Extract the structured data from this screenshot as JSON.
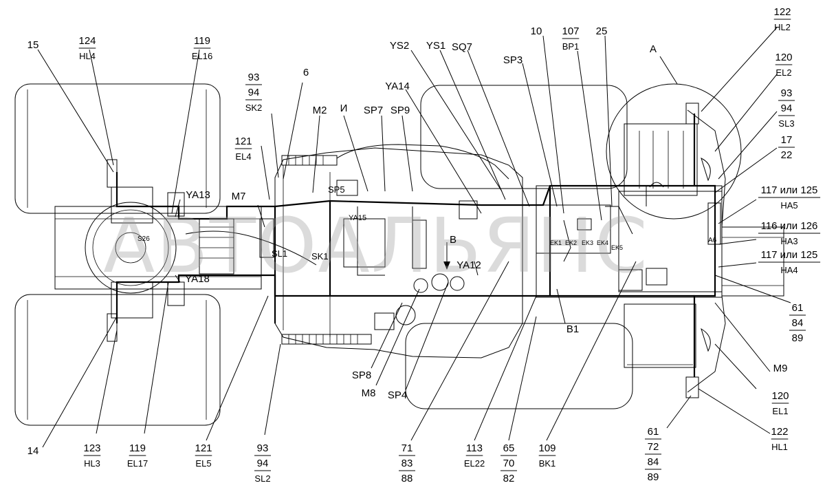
{
  "watermark": "АВТОАЛЬЯНС",
  "view_label": "А",
  "arrow_label": "В",
  "mark_i": "И",
  "component_labels": {
    "sk1_in": "SK1",
    "sl1_in": "SL1",
    "sp5_in": "SP5",
    "ya15_in": "YA15",
    "ek1": "EK1",
    "ek2": "EK2",
    "ek3": "EK3",
    "ek4": "EK4",
    "ek5": "EK5",
    "a6": "A6",
    "s26": "S26"
  },
  "callouts": [
    {
      "id": "15",
      "lines": [
        "15"
      ]
    },
    {
      "id": "124",
      "lines": [
        "124",
        "HL4"
      ]
    },
    {
      "id": "119a",
      "lines": [
        "119",
        "EL16"
      ]
    },
    {
      "id": "93a",
      "lines": [
        "93",
        "94",
        "SK2"
      ]
    },
    {
      "id": "6",
      "lines": [
        "6"
      ]
    },
    {
      "id": "m2",
      "lines": [
        "M2"
      ]
    },
    {
      "id": "i",
      "lines": [
        "И"
      ]
    },
    {
      "id": "sp7",
      "lines": [
        "SP7"
      ]
    },
    {
      "id": "sp9",
      "lines": [
        "SP9"
      ]
    },
    {
      "id": "ys2",
      "lines": [
        "YS2"
      ]
    },
    {
      "id": "ys1",
      "lines": [
        "YS1"
      ]
    },
    {
      "id": "sq7",
      "lines": [
        "SQ7"
      ]
    },
    {
      "id": "ya14",
      "lines": [
        "YA14"
      ]
    },
    {
      "id": "sp3",
      "lines": [
        "SP3"
      ]
    },
    {
      "id": "10",
      "lines": [
        "10"
      ]
    },
    {
      "id": "107",
      "lines": [
        "107",
        "BP1"
      ]
    },
    {
      "id": "25",
      "lines": [
        "25"
      ]
    },
    {
      "id": "a",
      "lines": [
        "А"
      ]
    },
    {
      "id": "122a",
      "lines": [
        "122",
        "HL2"
      ]
    },
    {
      "id": "120a",
      "lines": [
        "120",
        "EL2"
      ]
    },
    {
      "id": "93b",
      "lines": [
        "93",
        "94",
        "SL3"
      ]
    },
    {
      "id": "17",
      "lines": [
        "17",
        "22"
      ]
    },
    {
      "id": "117a",
      "lines": [
        "117 или 125",
        "HA5"
      ]
    },
    {
      "id": "116",
      "lines": [
        "116 или 126",
        "HA3"
      ]
    },
    {
      "id": "117b",
      "lines": [
        "117 или 125",
        "HA4"
      ]
    },
    {
      "id": "61a",
      "lines": [
        "61",
        "84",
        "89"
      ]
    },
    {
      "id": "m9",
      "lines": [
        "M9"
      ]
    },
    {
      "id": "120b",
      "lines": [
        "120",
        "EL1"
      ]
    },
    {
      "id": "122b",
      "lines": [
        "122",
        "HL1"
      ]
    },
    {
      "id": "61b",
      "lines": [
        "61",
        "72",
        "84",
        "89"
      ]
    },
    {
      "id": "121a",
      "lines": [
        "121",
        "EL4"
      ]
    },
    {
      "id": "ya13",
      "lines": [
        "YA13"
      ]
    },
    {
      "id": "m7",
      "lines": [
        "M7"
      ]
    },
    {
      "id": "ya18",
      "lines": [
        "YA18"
      ]
    },
    {
      "id": "ya12",
      "lines": [
        "YA12"
      ]
    },
    {
      "id": "b1",
      "lines": [
        "B1"
      ]
    },
    {
      "id": "sp8",
      "lines": [
        "SP8"
      ]
    },
    {
      "id": "m8",
      "lines": [
        "M8"
      ]
    },
    {
      "id": "sp4",
      "lines": [
        "SP4"
      ]
    },
    {
      "id": "14",
      "lines": [
        "14"
      ]
    },
    {
      "id": "123",
      "lines": [
        "123",
        "HL3"
      ]
    },
    {
      "id": "119b",
      "lines": [
        "119",
        "EL17"
      ]
    },
    {
      "id": "121b",
      "lines": [
        "121",
        "EL5"
      ]
    },
    {
      "id": "93c",
      "lines": [
        "93",
        "94",
        "SL2"
      ]
    },
    {
      "id": "71",
      "lines": [
        "71",
        "83",
        "88"
      ]
    },
    {
      "id": "113",
      "lines": [
        "113",
        "EL22"
      ]
    },
    {
      "id": "65",
      "lines": [
        "65",
        "70",
        "82"
      ]
    },
    {
      "id": "109",
      "lines": [
        "109",
        "BK1"
      ]
    }
  ]
}
